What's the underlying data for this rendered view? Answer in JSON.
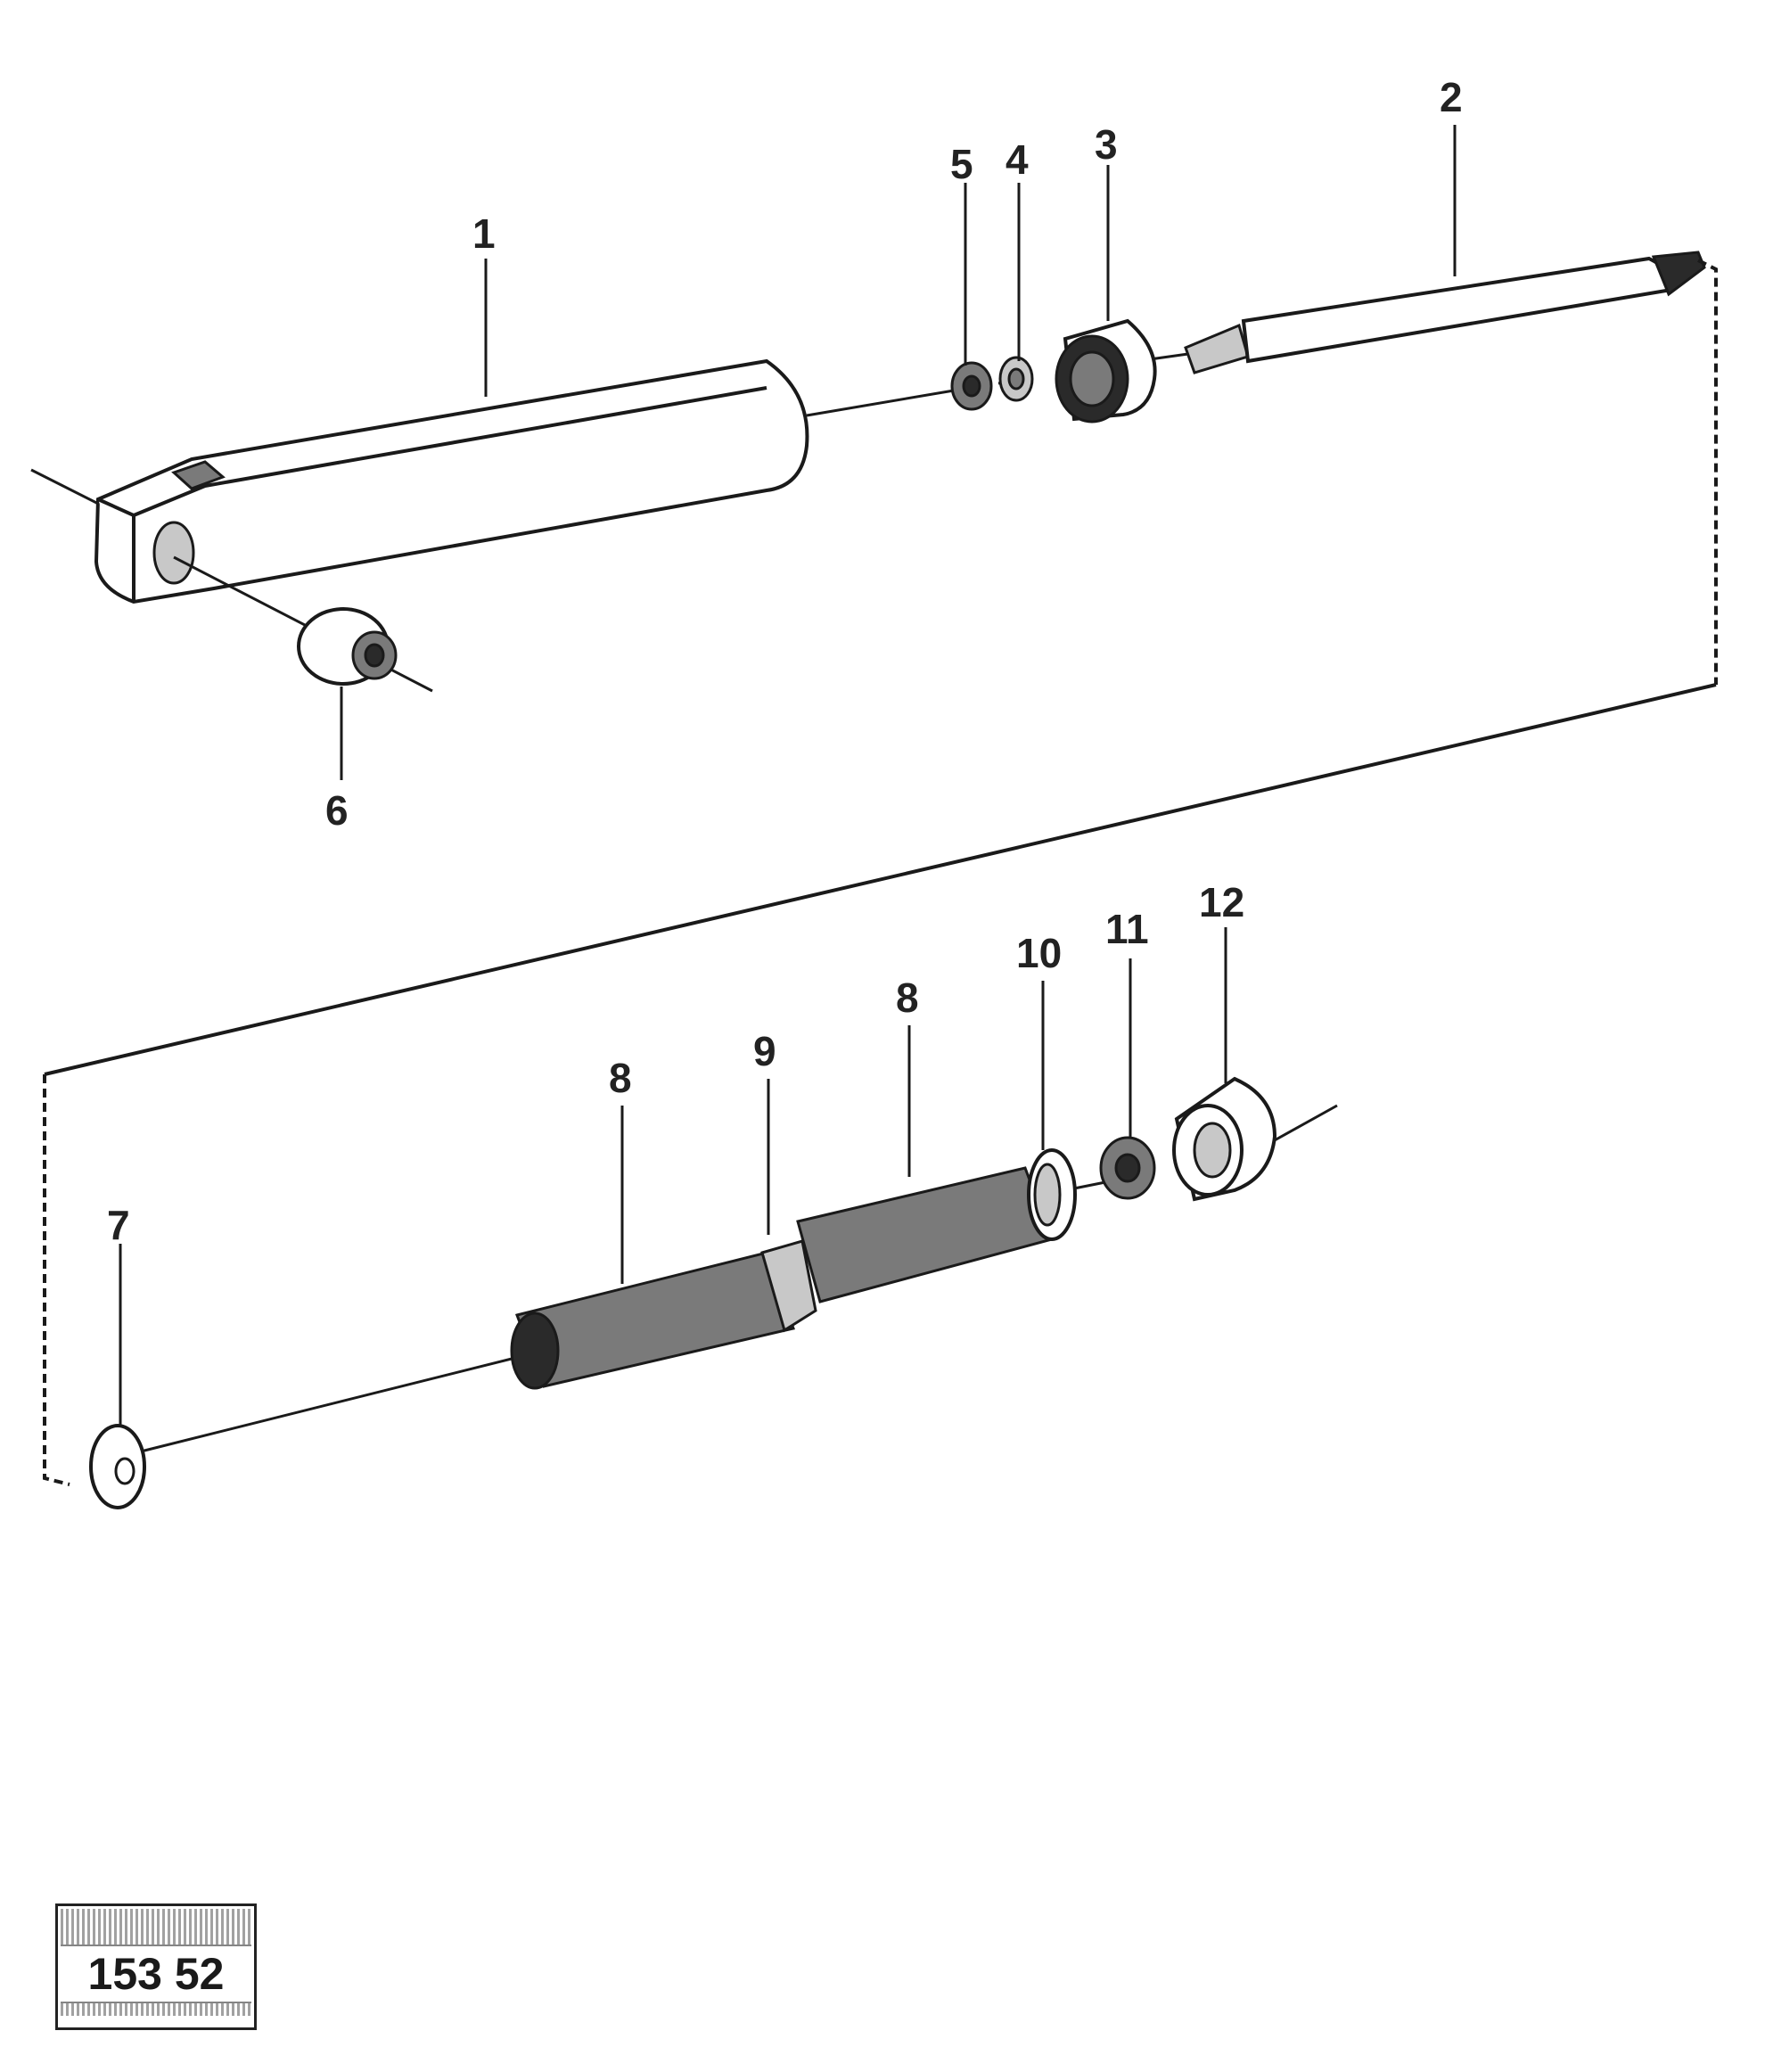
{
  "callouts": [
    {
      "id": "c1",
      "label": "1"
    },
    {
      "id": "c2",
      "label": "2"
    },
    {
      "id": "c3",
      "label": "3"
    },
    {
      "id": "c4",
      "label": "4"
    },
    {
      "id": "c5",
      "label": "5"
    },
    {
      "id": "c6",
      "label": "6"
    },
    {
      "id": "c7",
      "label": "7"
    },
    {
      "id": "c8a",
      "label": "8"
    },
    {
      "id": "c9",
      "label": "9"
    },
    {
      "id": "c8b",
      "label": "8"
    },
    {
      "id": "c10",
      "label": "10"
    },
    {
      "id": "c11",
      "label": "11"
    },
    {
      "id": "c12",
      "label": "12"
    }
  ],
  "stamp": {
    "number": "153 52"
  }
}
